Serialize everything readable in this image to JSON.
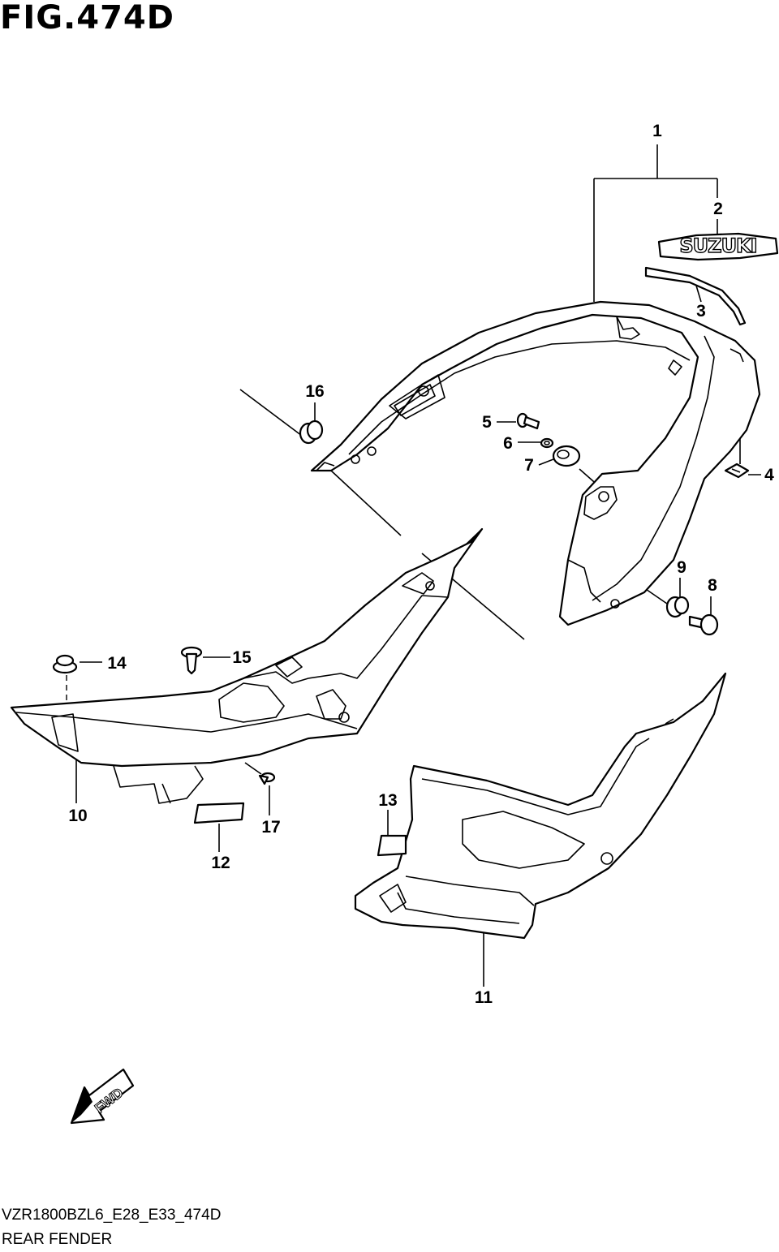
{
  "figure": {
    "title": "FIG.474D"
  },
  "callouts": [
    {
      "id": "1",
      "label": "1"
    },
    {
      "id": "2",
      "label": "2"
    },
    {
      "id": "3",
      "label": "3"
    },
    {
      "id": "4",
      "label": "4"
    },
    {
      "id": "5",
      "label": "5"
    },
    {
      "id": "6",
      "label": "6"
    },
    {
      "id": "7",
      "label": "7"
    },
    {
      "id": "8",
      "label": "8"
    },
    {
      "id": "9",
      "label": "9"
    },
    {
      "id": "10",
      "label": "10"
    },
    {
      "id": "11",
      "label": "11"
    },
    {
      "id": "12",
      "label": "12"
    },
    {
      "id": "13",
      "label": "13"
    },
    {
      "id": "14",
      "label": "14"
    },
    {
      "id": "15",
      "label": "15"
    },
    {
      "id": "16",
      "label": "16"
    },
    {
      "id": "17",
      "label": "17"
    }
  ],
  "emblem_text": "SUZUKI",
  "direction_arrow": {
    "text": "FWD"
  },
  "footer": {
    "model_code": "VZR1800BZL6_E28_E33_474D",
    "section_name": "REAR FENDER"
  }
}
